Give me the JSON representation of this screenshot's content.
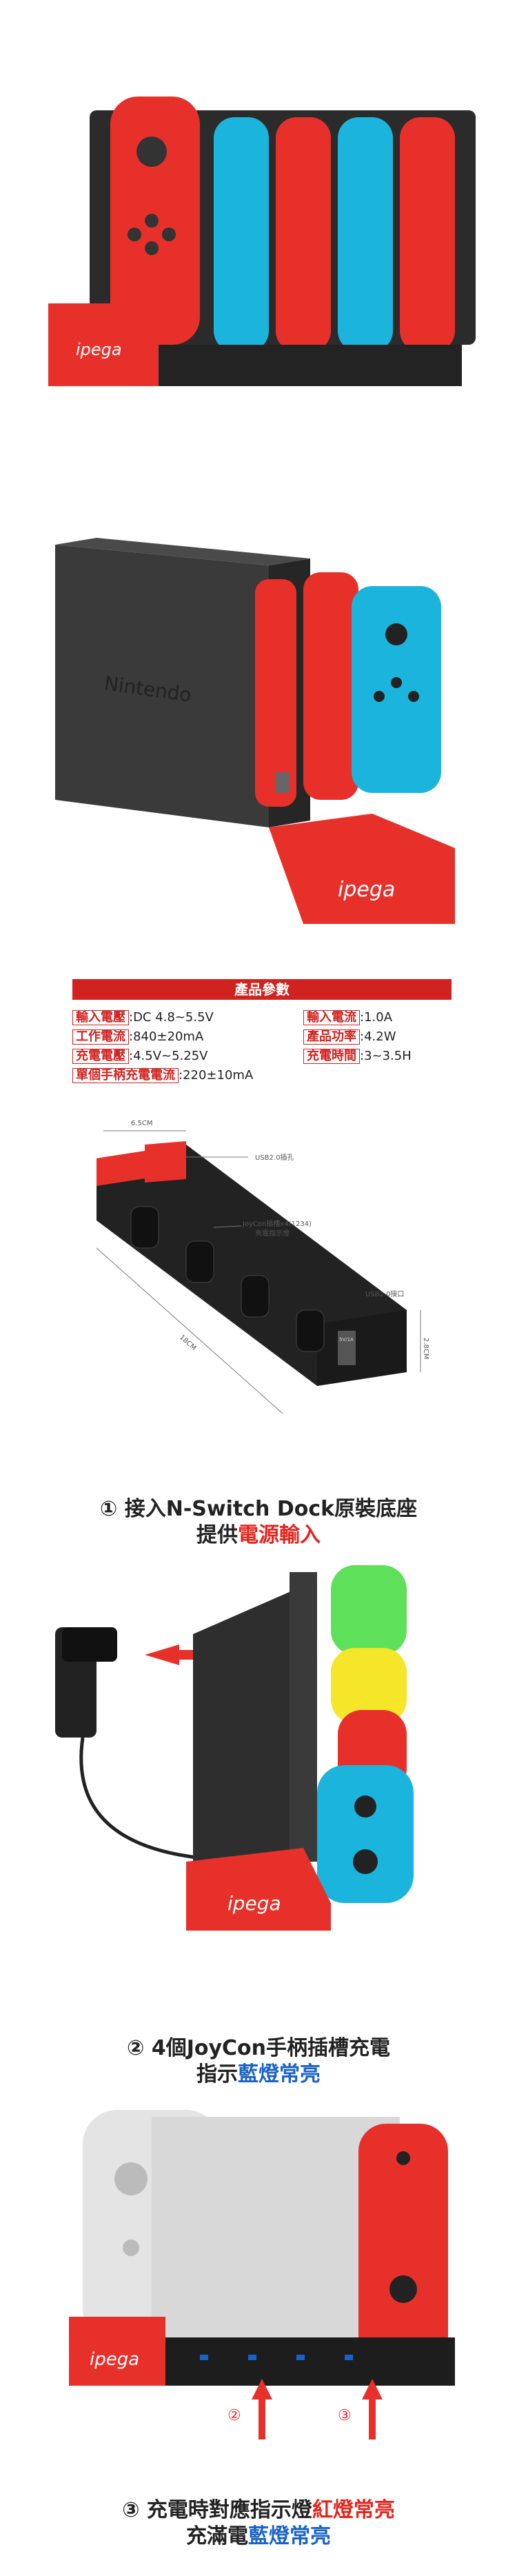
{
  "images": {
    "hero_logo": "ipega",
    "dock_logo": "ipega",
    "dock_brand": "Nintendo",
    "step2_logo": "ipega",
    "step3_logo": "ipega"
  },
  "specs": {
    "header": "產品參數",
    "rows": [
      {
        "label": "輸入電壓",
        "value": ":DC 4.8~5.5V"
      },
      {
        "label": "輸入電流",
        "value": ":1.0A"
      },
      {
        "label": "工作電流",
        "value": ":840±20mA"
      },
      {
        "label": "產品功率",
        "value": ":4.2W"
      },
      {
        "label": "充電電壓",
        "value": ":4.5V~5.25V"
      },
      {
        "label": "充電時間",
        "value": ":3~3.5H"
      },
      {
        "label": "單個手柄充電電流",
        "value": ":220±10mA"
      }
    ]
  },
  "diagram": {
    "width_label": "6.5CM",
    "length_label": "18CM",
    "height_label": "2.8CM",
    "usb_top": "USB2.0插孔",
    "joycon_label_1": "JoyCon插槽x4(1234)",
    "joycon_label_2": "充電指示燈",
    "usb_side": "USB2.0接口",
    "usb_port_text": "5V/1A"
  },
  "step1": {
    "line1": "① 接入N-Switch Dock原裝底座",
    "line2_pre": "提供",
    "line2_hl": "電源輸入",
    "marker": "①"
  },
  "step2": {
    "line1": "② 4個JoyCon手柄插槽充電",
    "line2_pre": "指示",
    "line2_hl": "藍燈常亮"
  },
  "step3": {
    "marker_a": "②",
    "marker_b": "③",
    "line1_pre": "③ 充電時對應指示燈",
    "line1_hl": "紅燈常亮",
    "line2_pre": "充滿電",
    "line2_hl": "藍燈常亮"
  }
}
